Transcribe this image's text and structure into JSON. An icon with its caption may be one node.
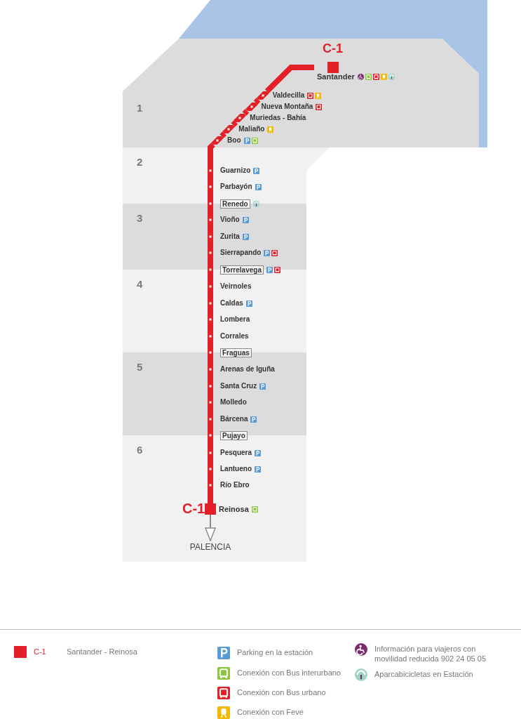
{
  "diagram": {
    "nodes": [
      {
        "text": [
          "1"
        ]
      },
      {
        "text": [
          "Santander"
        ],
        "in": 0,
        "beside": [
          "C-1"
        ]
      },
      {
        "text": [
          "Valdecilla"
        ],
        "in": 0
      },
      {
        "text": [
          "Nueva Montaña"
        ],
        "in": 0
      },
      {
        "text": [
          "Muriedas - Bahía"
        ],
        "in": 0
      },
      {
        "text": [
          "Maliaño"
        ],
        "in": 0
      },
      {
        "text": [
          "Boo"
        ],
        "in": 0
      },
      {
        "text": [
          "2"
        ]
      },
      {
        "text": [
          "Guarnizo"
        ],
        "in": 7
      },
      {
        "text": [
          "Parbayón"
        ],
        "in": 7
      },
      {
        "text": [
          "Renedo"
        ]
      },
      {
        "text": [
          "3"
        ]
      },
      {
        "text": [
          "Vioño"
        ],
        "in": 11
      },
      {
        "text": [
          "Zurita"
        ],
        "in": 11
      },
      {
        "text": [
          "Sierrapando"
        ],
        "in": 11
      },
      {
        "text": [
          "Torrelavega"
        ]
      },
      {
        "text": [
          "4"
        ]
      },
      {
        "text": [
          "Veirnoles"
        ],
        "in": 16
      },
      {
        "text": [
          "Caldas"
        ],
        "in": 16
      },
      {
        "text": [
          "Lombera"
        ],
        "in": 16
      },
      {
        "text": [
          "Corrales"
        ],
        "in": 16
      },
      {
        "text": [
          "Fraguas"
        ]
      },
      {
        "text": [
          "5"
        ]
      },
      {
        "text": [
          "Arenas de Iguña"
        ],
        "in": 22
      },
      {
        "text": [
          "Santa Cruz"
        ],
        "in": 22
      },
      {
        "text": [
          "Molledo"
        ],
        "in": 22
      },
      {
        "text": [
          "Bárcena"
        ],
        "in": 22
      },
      {
        "text": [
          "Pujayo"
        ]
      },
      {
        "text": [
          "6"
        ]
      },
      {
        "text": [
          "Pesquera"
        ],
        "in": 28
      },
      {
        "text": [
          "Lantueno"
        ],
        "in": 28
      },
      {
        "text": [
          "Río Ebro"
        ],
        "in": 28
      },
      {
        "text": [
          "Reinosa"
        ],
        "in": 28,
        "beside": [
          "C-1"
        ]
      },
      {
        "text": [
          "PALENCIA"
        ],
        "in": 28
      }
    ],
    "edges": [
      {
        "from": 1,
        "to": 2,
        "arrow": "none"
      },
      {
        "from": 2,
        "to": 3,
        "arrow": "none"
      },
      {
        "from": 3,
        "to": 4,
        "arrow": "none"
      },
      {
        "from": 4,
        "to": 5,
        "arrow": "none"
      },
      {
        "from": 5,
        "to": 6,
        "arrow": "none"
      },
      {
        "from": 6,
        "to": 8,
        "arrow": "none"
      },
      {
        "from": 8,
        "to": 9,
        "arrow": "none"
      },
      {
        "from": 9,
        "to": 10,
        "arrow": "none"
      },
      {
        "from": 10,
        "to": 12,
        "arrow": "none"
      },
      {
        "from": 12,
        "to": 13,
        "arrow": "none"
      },
      {
        "from": 13,
        "to": 14,
        "arrow": "none"
      },
      {
        "from": 14,
        "to": 15,
        "arrow": "none"
      },
      {
        "from": 15,
        "to": 17,
        "arrow": "none"
      },
      {
        "from": 17,
        "to": 18,
        "arrow": "none"
      },
      {
        "from": 18,
        "to": 19,
        "arrow": "none"
      },
      {
        "from": 19,
        "to": 20,
        "arrow": "none"
      },
      {
        "from": 20,
        "to": 21,
        "arrow": "none"
      },
      {
        "from": 21,
        "to": 23,
        "arrow": "none"
      },
      {
        "from": 23,
        "to": 24,
        "arrow": "none"
      },
      {
        "from": 24,
        "to": 25,
        "arrow": "none"
      },
      {
        "from": 25,
        "to": 26,
        "arrow": "none"
      },
      {
        "from": 26,
        "to": 27,
        "arrow": "none"
      },
      {
        "from": 27,
        "to": 29,
        "arrow": "none"
      },
      {
        "from": 29,
        "to": 30,
        "arrow": "none"
      },
      {
        "from": 30,
        "to": 31,
        "arrow": "none"
      },
      {
        "from": 31,
        "to": 32,
        "arrow": "none"
      },
      {
        "from": 32,
        "to": 33,
        "arrow": "to",
        "color": "#8c8c8c"
      }
    ],
    "labels": [
      "Santander - Reinosa"
    ],
    "legend": [
      {
        "text": "C-1",
        "color": "#e3202a"
      },
      {
        "text": "Parking en la estación"
      },
      {
        "text": "Conexión con Bus interurbano"
      },
      {
        "text": "Conexión con Bus urbano"
      },
      {
        "text": "Conexión con Feve"
      },
      {
        "text": "Información para viajeros con movilidad reducida 902 24 05 05"
      },
      {
        "text": "Aparcabicicletas en Estación"
      }
    ]
  }
}
